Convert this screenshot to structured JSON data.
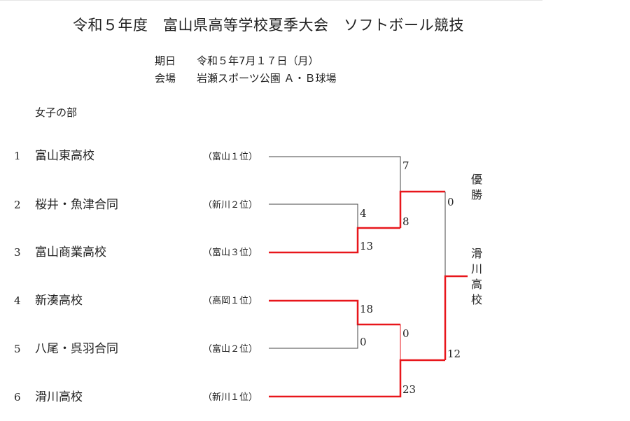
{
  "title": "令和５年度　富山県高等学校夏季大会　ソフトボール競技",
  "info": {
    "date_label": "期日",
    "date_value": "令和５年7月１７日（月）",
    "venue_label": "会場",
    "venue_value": "岩瀬スポーツ公園 Ａ・Ｂ球場"
  },
  "section": "女子の部",
  "teams": [
    {
      "no": "1",
      "name": "富山東高校",
      "qual": "（富山１位）"
    },
    {
      "no": "2",
      "name": "桜井・魚津合同",
      "qual": "（新川２位）"
    },
    {
      "no": "3",
      "name": "富山商業高校",
      "qual": "（富山３位）"
    },
    {
      "no": "4",
      "name": "新湊高校",
      "qual": "（高岡１位）"
    },
    {
      "no": "5",
      "name": "八尾・呉羽合同",
      "qual": "（富山２位）"
    },
    {
      "no": "6",
      "name": "滑川高校",
      "qual": "（新川１位）"
    }
  ],
  "scores": {
    "r1a_top": "4",
    "r1a_bottom": "13",
    "r1b_top": "18",
    "r1b_bottom": "0",
    "sf1_top": "7",
    "sf1_bottom": "8",
    "sf2_top": "0",
    "sf2_bottom": "23",
    "final_top": "0",
    "final_bottom": "12"
  },
  "champion_label": "優勝",
  "champion_name": "滑川高校",
  "colors": {
    "winner_line": "#e8161b",
    "loser_line": "#444444"
  }
}
